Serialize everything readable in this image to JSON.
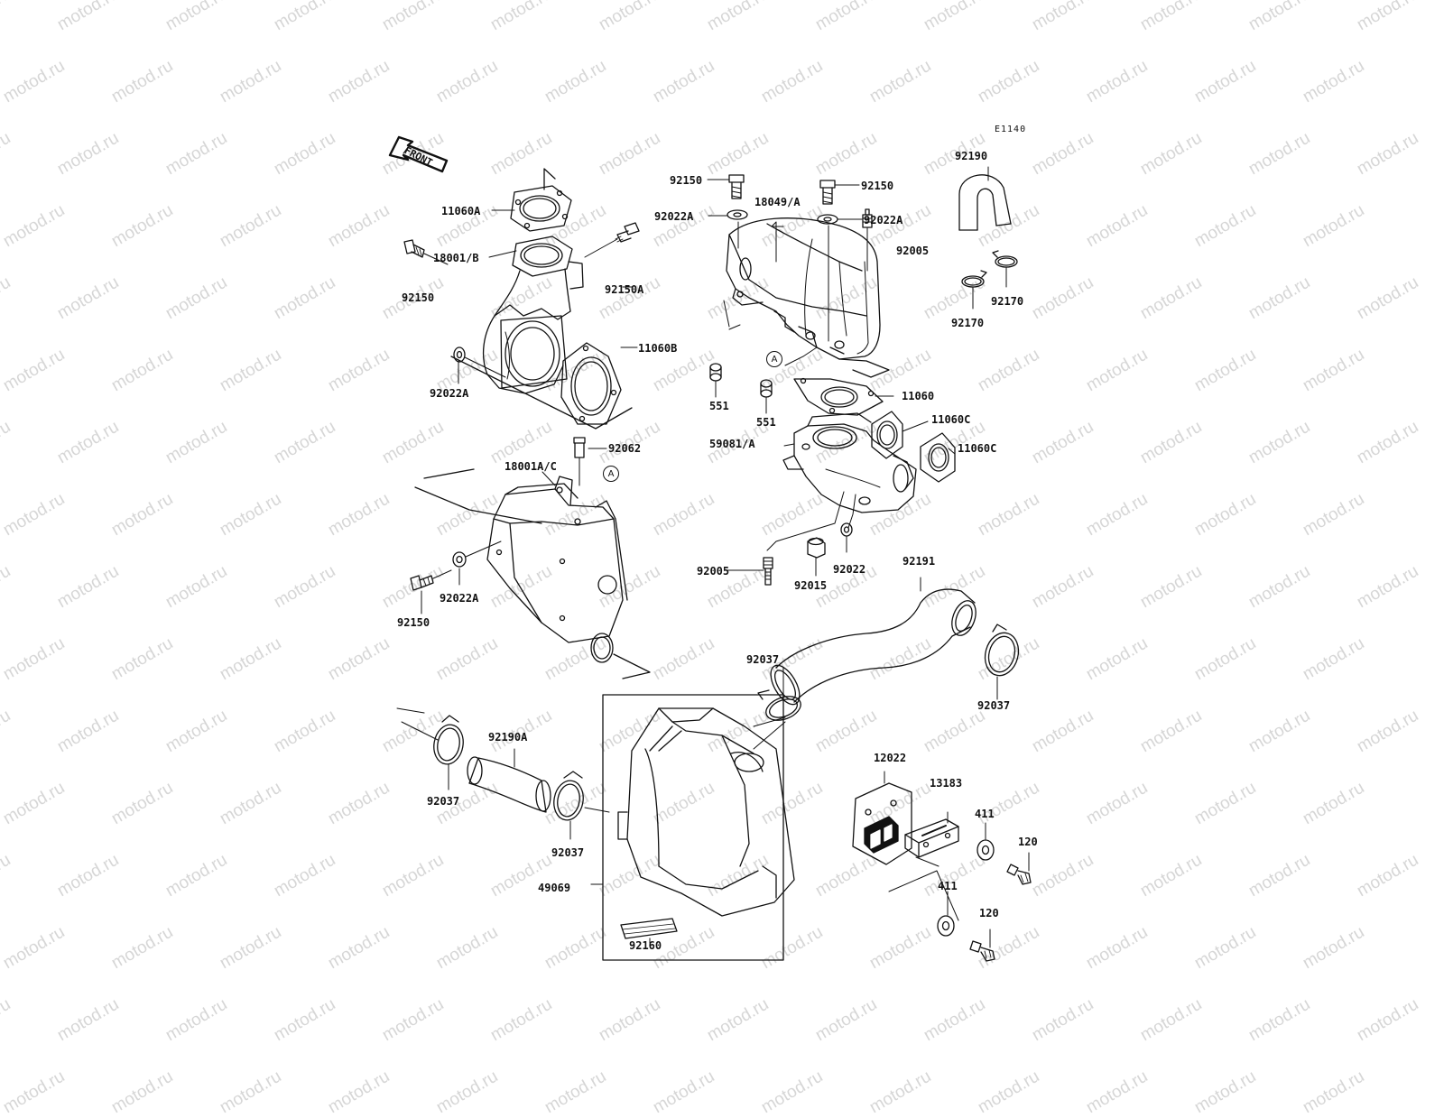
{
  "watermark": "motod.ru",
  "diagram_code": "E1140",
  "front_marker": "FRONT",
  "callout_letter": "A",
  "labels": {
    "p11060A": "11060A",
    "p18001B": "18001/B",
    "p92150A": "92150A",
    "p92150_left": "92150",
    "p11060B": "11060B",
    "p92022A_left": "92022A",
    "p92062": "92062",
    "p18001AC": "18001A/C",
    "p92022A_lower": "92022A",
    "p92150_lower": "92150",
    "p92150_top1": "92150",
    "p92150_top2": "92150",
    "p18049A": "18049/A",
    "p92022A_top1": "92022A",
    "p92022A_top2": "92022A",
    "p92005_top": "92005",
    "p551_left": "551",
    "p551_mid": "551",
    "p11060": "11060",
    "p11060C_1": "11060C",
    "p11060C_2": "11060C",
    "p59081A": "59081/A",
    "p92005_low": "92005",
    "p92015": "92015",
    "p92022": "92022",
    "p92190": "92190",
    "p92170_right": "92170",
    "p92170_left": "92170",
    "p92191": "92191",
    "p92037_mid": "92037",
    "p92037_right": "92037",
    "p92190A": "92190A",
    "p92037_left": "92037",
    "p92037_lowmid": "92037",
    "p49069": "49069",
    "p92160": "92160",
    "p12022": "12022",
    "p13183": "13183",
    "p411_top": "411",
    "p120_top": "120",
    "p411_low": "411",
    "p120_low": "120"
  }
}
